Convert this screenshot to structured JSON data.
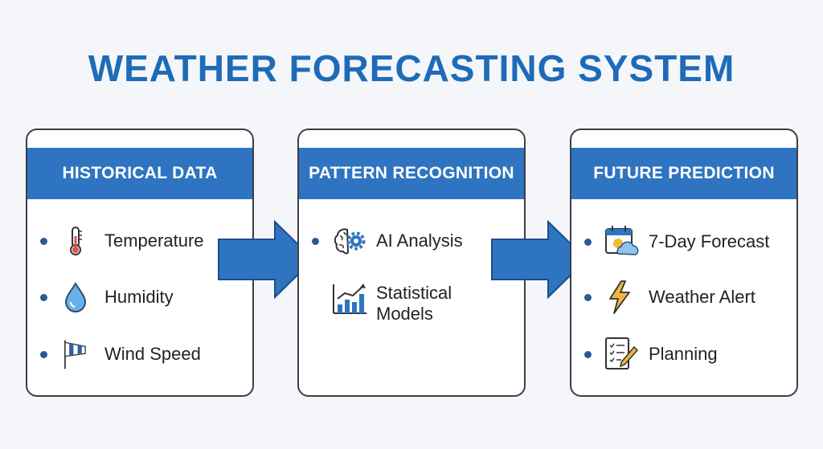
{
  "title": "WEATHER FORECASTING SYSTEM",
  "colors": {
    "accent": "#1e6bb8",
    "header": "#2f74c0",
    "border": "#3a3f48"
  },
  "panels": [
    {
      "header": "HISTORICAL DATA",
      "items": [
        {
          "label": "Temperature",
          "icon": "thermometer-icon"
        },
        {
          "label": "Humidity",
          "icon": "water-drop-icon"
        },
        {
          "label": "Wind Speed",
          "icon": "windsock-icon"
        }
      ]
    },
    {
      "header": "PATTERN RECOGNITION",
      "items": [
        {
          "label": "AI Analysis",
          "icon": "brain-gear-icon"
        },
        {
          "label": "Statistical\nModels",
          "icon": "bar-chart-icon"
        }
      ]
    },
    {
      "header": "FUTURE PREDICTION",
      "items": [
        {
          "label": "7-Day Forecast",
          "icon": "calendar-weather-icon"
        },
        {
          "label": "Weather Alert",
          "icon": "lightning-icon"
        },
        {
          "label": "Planning",
          "icon": "checklist-icon"
        }
      ]
    }
  ]
}
